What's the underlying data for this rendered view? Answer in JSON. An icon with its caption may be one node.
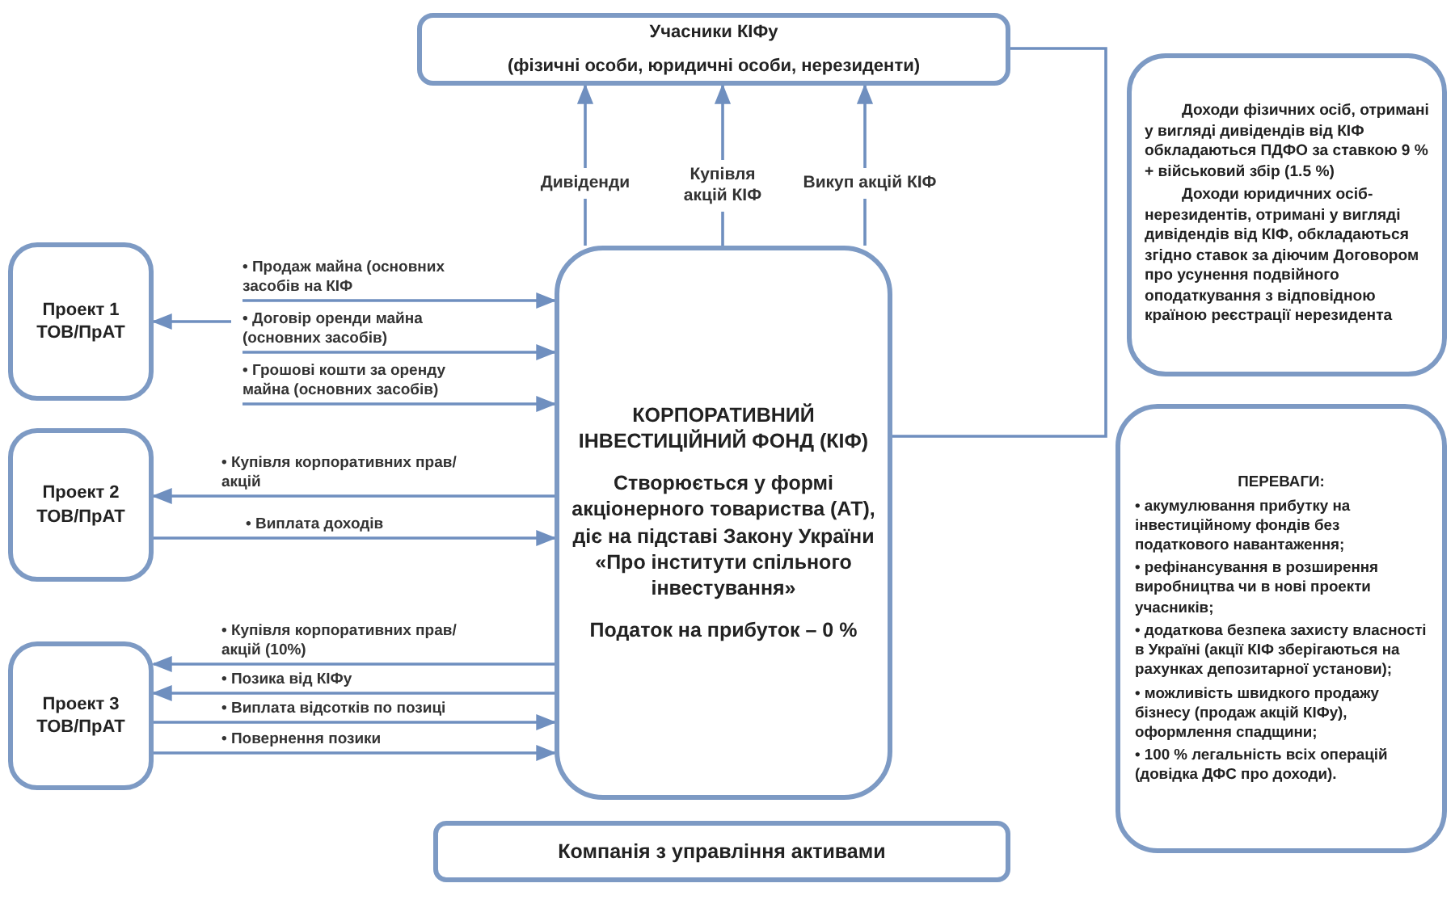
{
  "diagram": {
    "nodes": [
      {
        "text": [
          "Учасники КІФу",
          "(фізичні особи, юридичні особи, нерезиденти)"
        ]
      },
      {
        "text": [
          "Проект 1 ТОВ/ПрАТ"
        ]
      },
      {
        "text": [
          "Проект 2 ТОВ/ПрАТ"
        ]
      },
      {
        "text": [
          "Проект 3 ТОВ/ПрАТ"
        ]
      },
      {
        "text": [
          "КОРПОРАТИВНИЙ ІНВЕСТИЦІЙНИЙ ФОНД (КІФ)",
          "Створюється у формі акціонерного товариства (АТ), діє на підставі Закону України «Про інститути спільного інвестування»",
          "Податок на прибуток – 0 %"
        ]
      },
      {
        "text": [
          "Компанія з управління активами"
        ]
      },
      {
        "text": [
          "Доходи фізичних осіб, отримані у вигляді дивідендів від КІФ обкладаються ПДФО за ставкою 9 % + військовий збір (1.5 %)",
          "Доходи юридичних осіб-нерезидентів, отримані у вигляді дивідендів від КІФ, обкладаються згідно ставок за діючим Договором про усунення подвійного оподаткування з відповідною країною реєстрації нерезидента"
        ]
      },
      {
        "text": [
          "ПЕРЕВАГИ:",
          "• акумулювання прибутку на інвестиційному фондів без податкового навантаження;",
          "• рефінансування в розширення виробництва чи в нові проекти учасників;",
          "• додаткова безпека захисту власності в Україні (акції КІФ зберігаються на рахунках депозитарної установи);",
          "• можливість швидкого продажу бізнесу (продаж акцій КІФу), оформлення спадщини;",
          "• 100 % легальність всіх операцій (довідка ДФС про доходи)."
        ]
      }
    ],
    "edges": [
      {
        "from": 4,
        "to": 0,
        "arrow": "to",
        "label": "Дивіденди"
      },
      {
        "from": 4,
        "to": 0,
        "arrow": "to",
        "label": "Купівля акцій КІФ"
      },
      {
        "from": 4,
        "to": 0,
        "arrow": "to",
        "label": "Викуп акцій КІФ"
      },
      {
        "from": 0,
        "to": 4,
        "arrow": "none"
      },
      {
        "from": null,
        "to": 1,
        "arrow": "to"
      },
      {
        "from": null,
        "to": 4,
        "arrow": "to",
        "label": "• Продаж майна (основних засобів на КІФ"
      },
      {
        "from": null,
        "to": 4,
        "arrow": "to",
        "label": "• Договір оренди майна (основних засобів)"
      },
      {
        "from": null,
        "to": 4,
        "arrow": "to",
        "label": "• Грошові кошти за оренду майна (основних засобів)"
      },
      {
        "from": 4,
        "to": 2,
        "arrow": "to",
        "label": "• Купівля корпоративних прав/акцій"
      },
      {
        "from": 2,
        "to": 4,
        "arrow": "to",
        "label": "• Виплата доходів"
      },
      {
        "from": 4,
        "to": 3,
        "arrow": "to",
        "label": "• Купівля корпоративних прав/акцій (10%)"
      },
      {
        "from": 4,
        "to": 3,
        "arrow": "to",
        "label": "• Позика від КІФу"
      },
      {
        "from": 3,
        "to": 4,
        "arrow": "to",
        "label": "• Виплата відсотків по позиці"
      },
      {
        "from": 3,
        "to": 4,
        "arrow": "to",
        "label": "• Повернення позики"
      }
    ]
  }
}
